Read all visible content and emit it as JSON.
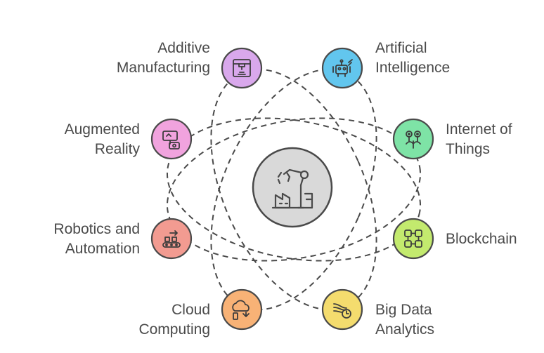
{
  "center": {
    "icon": "factory-robot-arm-icon",
    "fill": "#d9d9d9"
  },
  "nodes": [
    {
      "id": "additive-manufacturing",
      "lines": [
        "Additive",
        "Manufacturing"
      ],
      "icon": "3d-printer-icon",
      "color": "#d9a8ec"
    },
    {
      "id": "artificial-intelligence",
      "lines": [
        "Artificial",
        "Intelligence"
      ],
      "icon": "robot-icon",
      "color": "#62c6ee"
    },
    {
      "id": "augmented-reality",
      "lines": [
        "Augmented",
        "Reality"
      ],
      "icon": "ar-display-icon",
      "color": "#f1a3de"
    },
    {
      "id": "internet-of-things",
      "lines": [
        "Internet of",
        "Things"
      ],
      "icon": "connected-devices-icon",
      "color": "#7ee3a6"
    },
    {
      "id": "robotics-and-automation",
      "lines": [
        "Robotics and",
        "Automation"
      ],
      "icon": "conveyor-robot-icon",
      "color": "#f29b91"
    },
    {
      "id": "blockchain",
      "lines": [
        "Blockchain"
      ],
      "icon": "blocks-icon",
      "color": "#c3ea6e"
    },
    {
      "id": "cloud-computing",
      "lines": [
        "Cloud",
        "Computing"
      ],
      "icon": "cloud-sync-icon",
      "color": "#f8b276"
    },
    {
      "id": "big-data-analytics",
      "lines": [
        "Big Data",
        "Analytics"
      ],
      "icon": "data-stream-icon",
      "color": "#f4dc6e"
    }
  ]
}
